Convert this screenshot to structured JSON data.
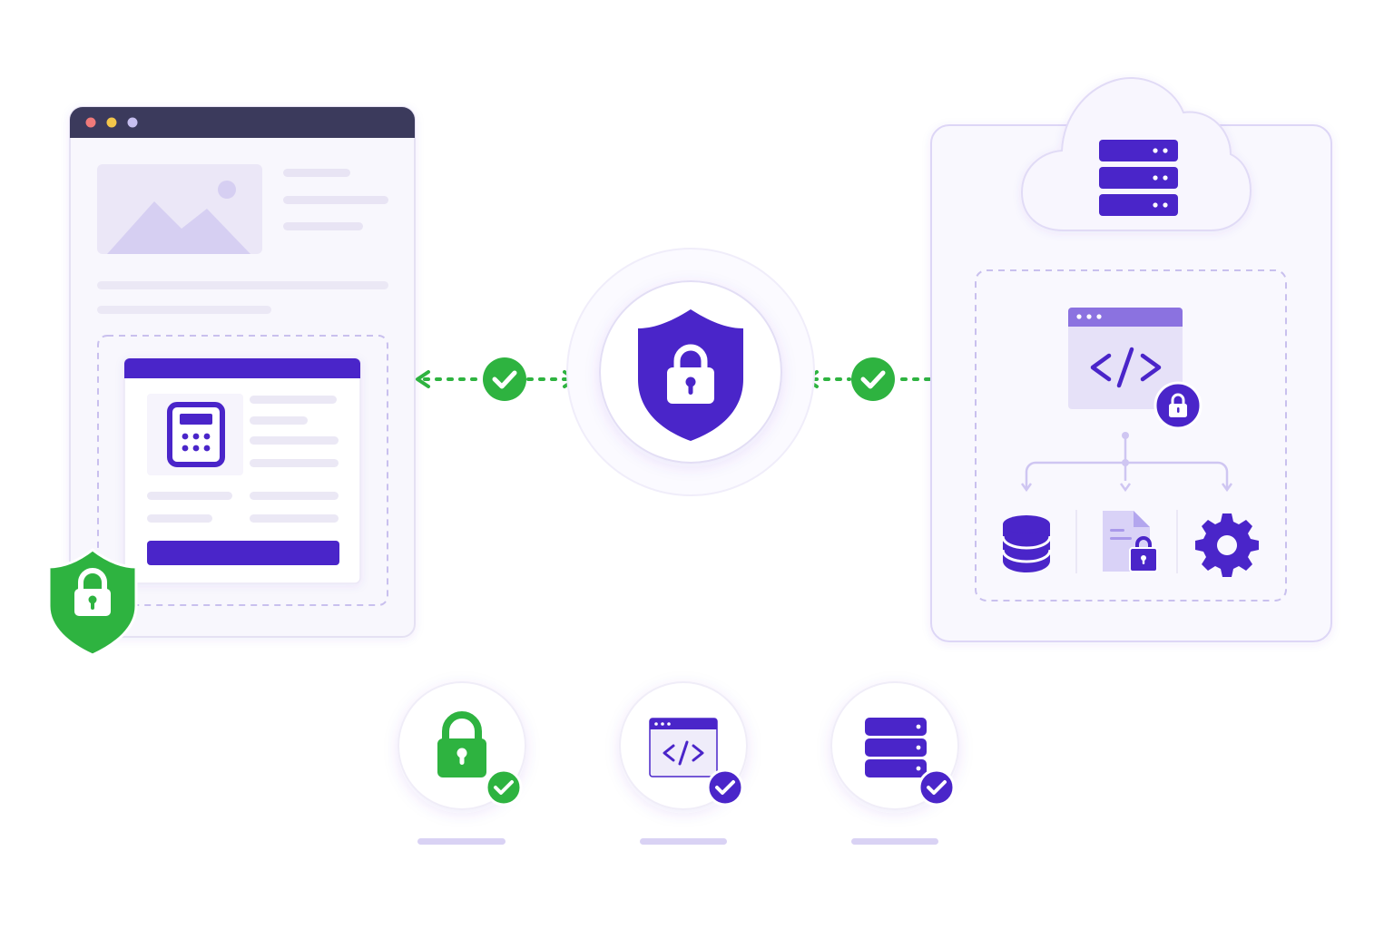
{
  "title": "",
  "colors": {
    "primary": "#4a25c9",
    "primary_light": "#d9d2f7",
    "primary_pale": "#efecfb",
    "success": "#2eb340",
    "window_bar": "#3b3a5c",
    "panel_border": "#e3def5",
    "placeholder": "#e8e4f4",
    "dot_red": "#f07a7a",
    "dot_yellow": "#f3c64a",
    "dot_lavender": "#c7bff0"
  },
  "nodes": {
    "client": {
      "kind": "browser-window",
      "icons": [
        "image-placeholder-icon",
        "calculator-icon",
        "shield-lock-icon"
      ]
    },
    "gateway": {
      "kind": "security-shield",
      "icons": [
        "shield-lock-icon"
      ]
    },
    "cloud": {
      "kind": "cloud-backend",
      "icons": [
        "cloud-icon",
        "server-stack-icon",
        "code-window-icon",
        "lock-badge-icon",
        "database-icon",
        "locked-document-icon",
        "gear-icon"
      ]
    }
  },
  "connections": [
    {
      "from": "client",
      "to": "gateway",
      "status": "verified",
      "icon": "check-circle-icon"
    },
    {
      "from": "gateway",
      "to": "cloud",
      "status": "verified",
      "icon": "check-circle-icon"
    }
  ],
  "features": [
    {
      "icon": "padlock-icon",
      "badge": "check-badge-icon",
      "badge_color": "#2eb340"
    },
    {
      "icon": "code-window-icon",
      "badge": "check-badge-icon",
      "badge_color": "#4a25c9"
    },
    {
      "icon": "server-stack-icon",
      "badge": "check-badge-icon",
      "badge_color": "#4a25c9"
    }
  ]
}
